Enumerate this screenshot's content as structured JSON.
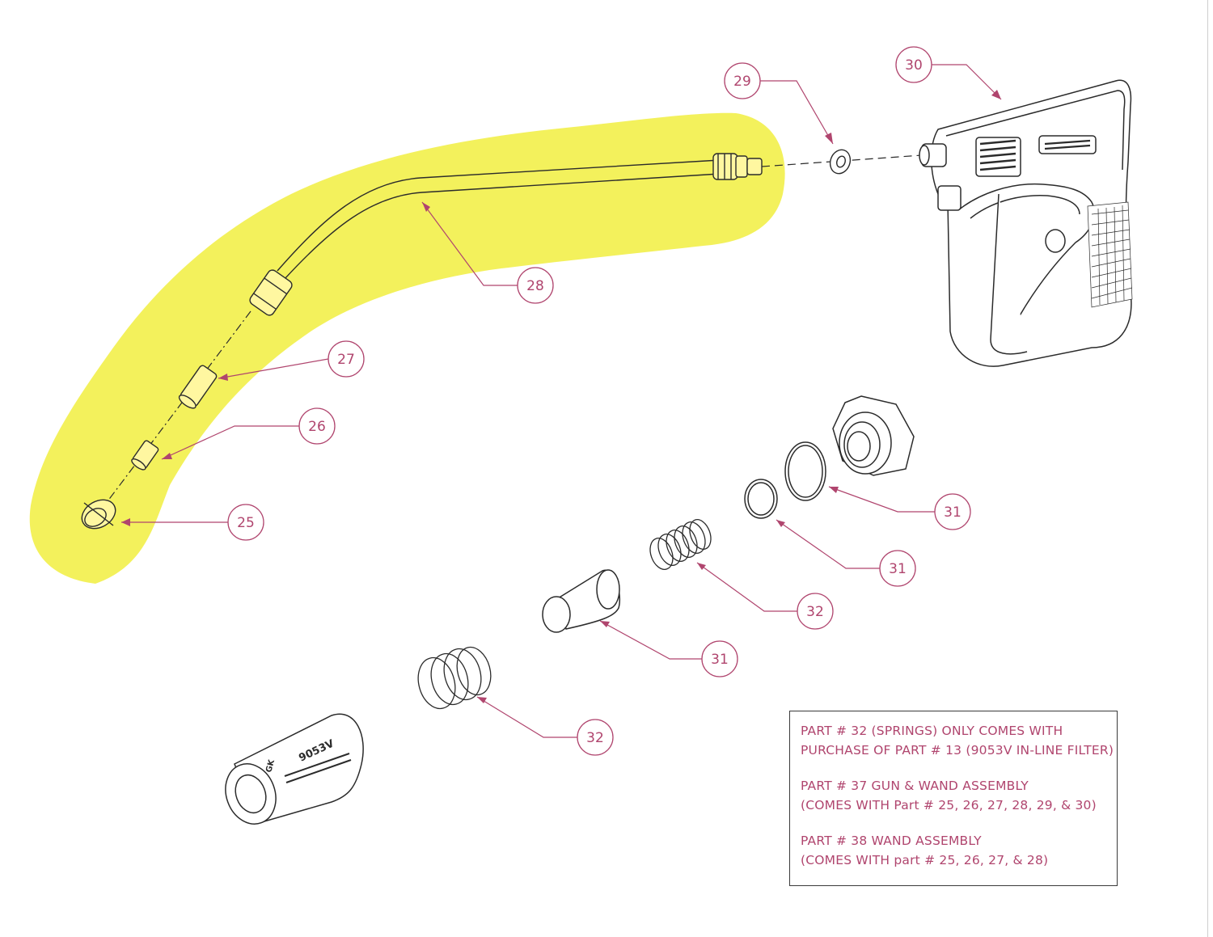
{
  "colors": {
    "highlight": "#f2ef4a",
    "callout": "#b0456e",
    "line_art": "#2b2b2b",
    "box_border": "#3a3a3a"
  },
  "callouts": {
    "c25": "25",
    "c26": "26",
    "c27": "27",
    "c28": "28",
    "c29": "29",
    "c30": "30",
    "c31a": "31",
    "c31b": "31",
    "c31c": "31",
    "c32a": "32",
    "c32b": "32"
  },
  "filter_label": {
    "model": "9053V",
    "brand": "GK"
  },
  "notes": {
    "n1_line1": "PART # 32 (SPRINGS) ONLY COMES WITH",
    "n1_line2": "PURCHASE OF PART # 13 (9053V IN-LINE FILTER)",
    "n2_line1": "PART # 37 GUN & WAND ASSEMBLY",
    "n2_line2": "(COMES WITH Part # 25, 26, 27, 28, 29, & 30)",
    "n3_line1": "PART # 38 WAND ASSEMBLY",
    "n3_line2": "(COMES WITH part # 25, 26, 27, & 28)"
  }
}
